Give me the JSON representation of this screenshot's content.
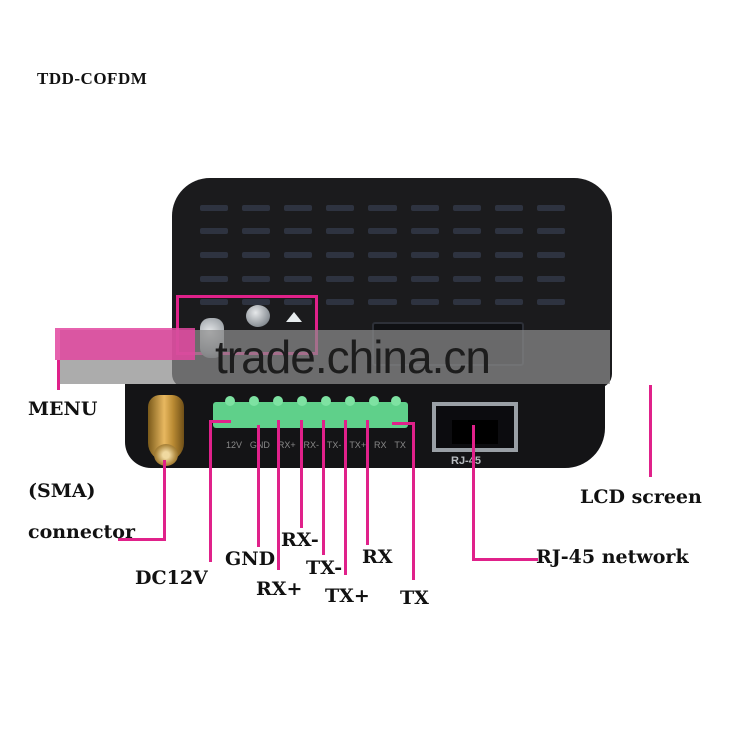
{
  "title": "TDD-COFDM",
  "watermark": "trade.china.cn",
  "device": {
    "rj45_port_text": "RJ-45",
    "terminal_pin_labels": [
      "12V",
      "GND",
      "RX+",
      "RX-",
      "TX-",
      "TX+",
      "RX",
      "TX"
    ]
  },
  "callouts": {
    "menu": "MENU",
    "sma_line1": "(SMA)",
    "sma_line2": "connector",
    "dc12v": "DC12V",
    "gnd": "GND",
    "rx_plus": "RX+",
    "rx_minus": "RX-",
    "tx_minus": "TX-",
    "tx_plus": "TX+",
    "rx": "RX",
    "tx": "TX",
    "lcd": "LCD screen",
    "rj45": "RJ-45 network"
  },
  "colors": {
    "callout_line": "#e0218a",
    "device_body": "#1b1b1d",
    "terminal_block": "#5fd08a",
    "sma_gold": "#e8b860"
  }
}
